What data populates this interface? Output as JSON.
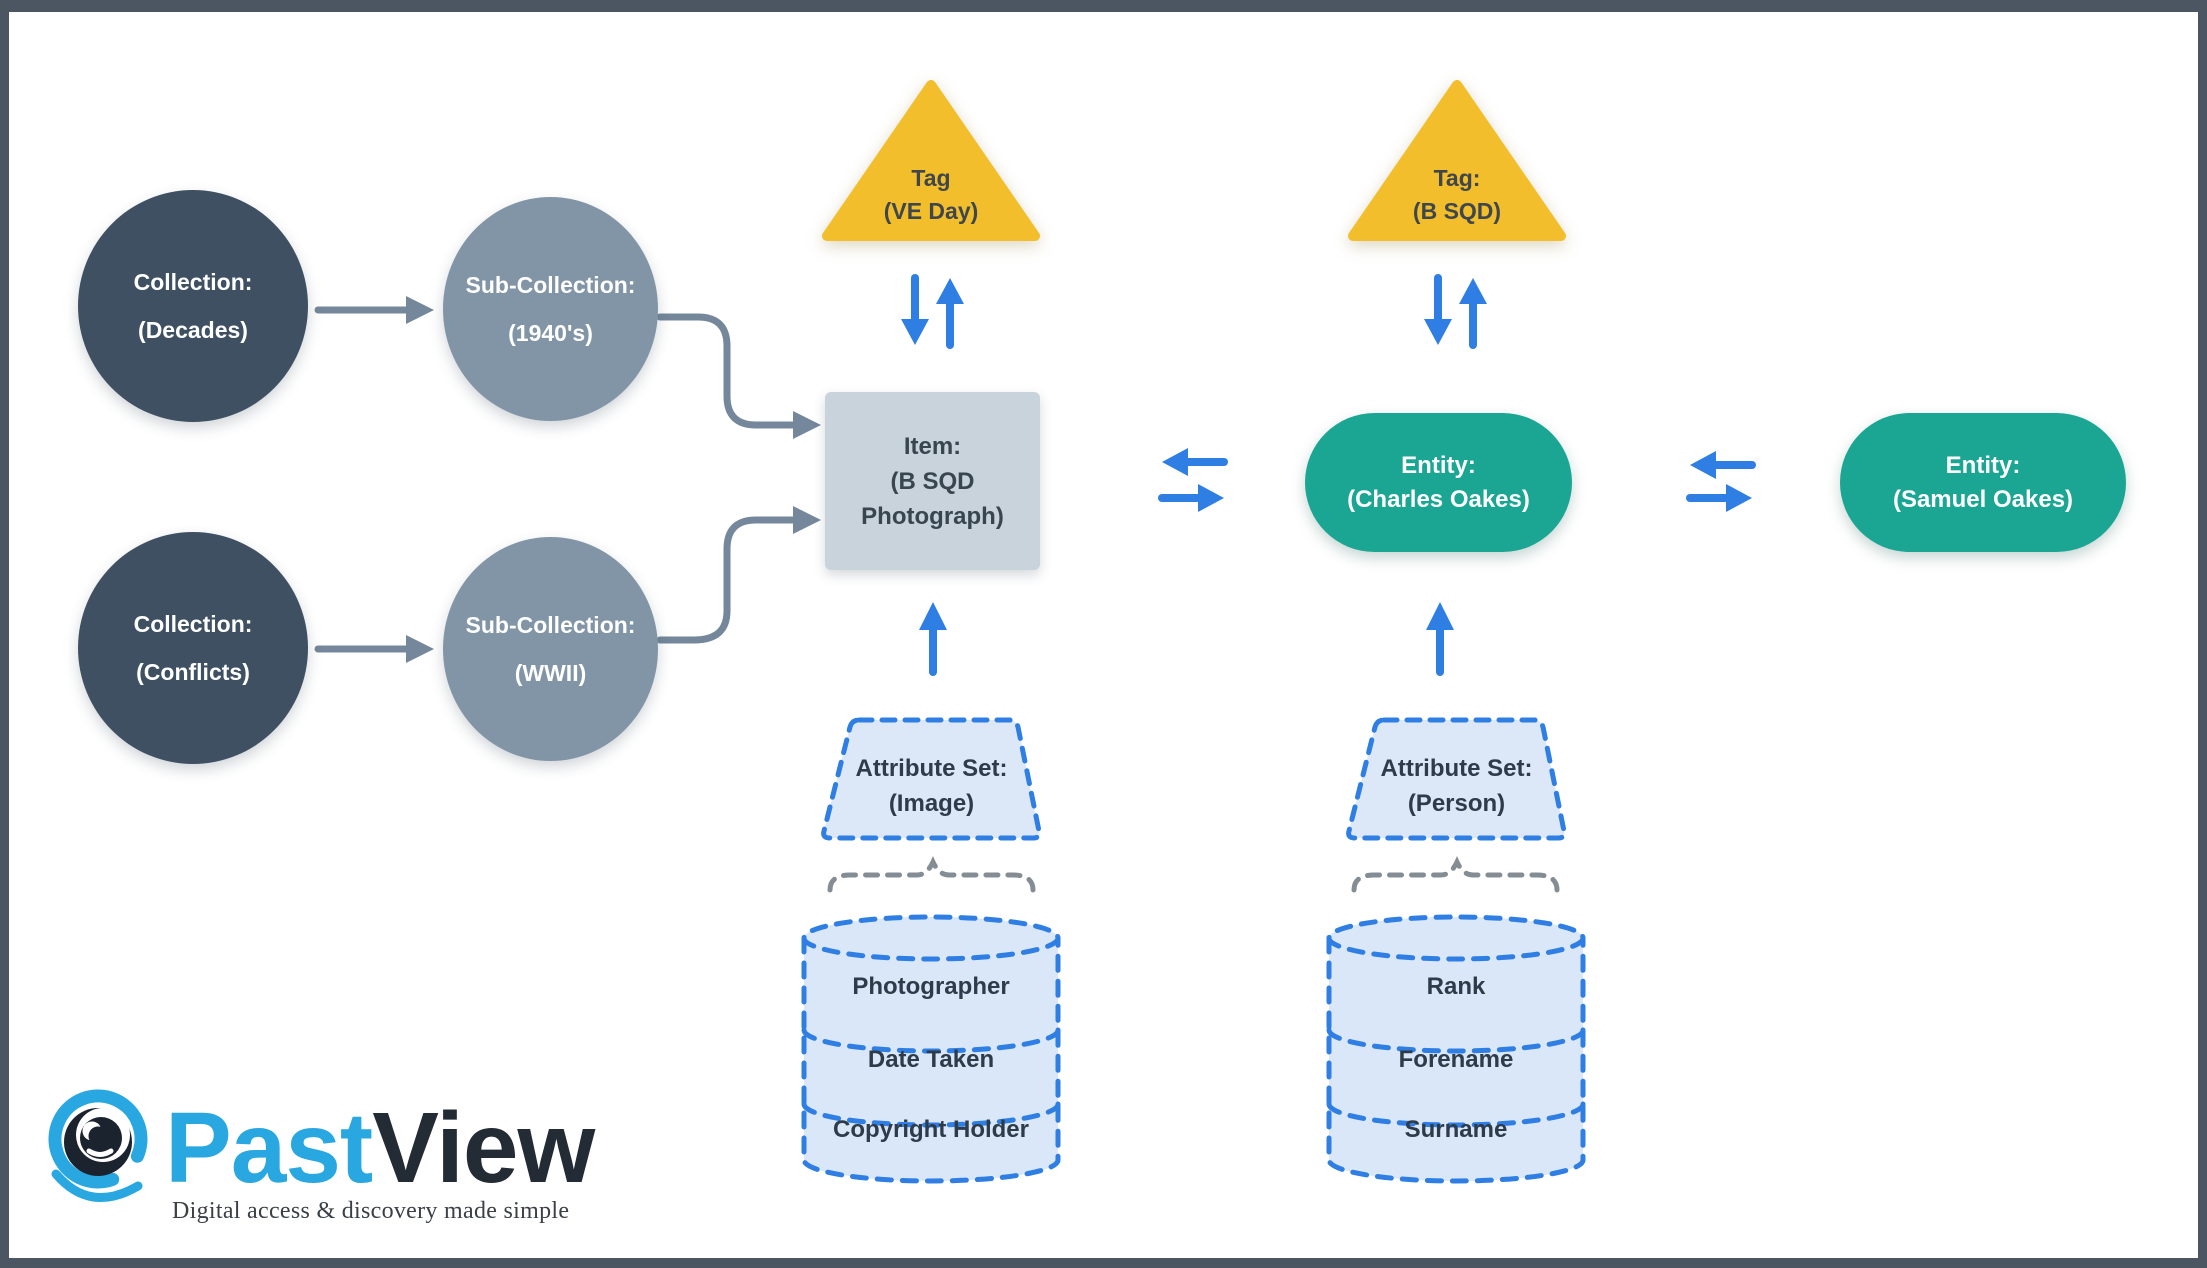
{
  "nodes": {
    "collection_decades": {
      "line1": "Collection:",
      "line2": "(Decades)"
    },
    "subcollection_1940s": {
      "line1": "Sub-Collection:",
      "line2": "(1940's)"
    },
    "collection_conflicts": {
      "line1": "Collection:",
      "line2": "(Conflicts)"
    },
    "subcollection_wwii": {
      "line1": "Sub-Collection:",
      "line2": "(WWII)"
    },
    "tag_ve_day": {
      "line1": "Tag",
      "line2": "(VE Day)"
    },
    "tag_b_sqd": {
      "line1": "Tag:",
      "line2": "(B SQD)"
    },
    "item_photo": {
      "line1": "Item:",
      "line2": "(B SQD",
      "line3": "Photograph)"
    },
    "entity_charles": {
      "line1": "Entity:",
      "line2": "(Charles Oakes)"
    },
    "entity_samuel": {
      "line1": "Entity:",
      "line2": "(Samuel Oakes)"
    },
    "attrset_image": {
      "line1": "Attribute Set:",
      "line2": "(Image)"
    },
    "attrset_person": {
      "line1": "Attribute Set:",
      "line2": "(Person)"
    },
    "attributes_image": [
      "Photographer",
      "Date Taken",
      "Copyright Holder"
    ],
    "attributes_person": [
      "Rank",
      "Forename",
      "Surname"
    ]
  },
  "logo": {
    "brand_primary": "Past",
    "brand_secondary": "View",
    "tagline": "Digital access & discovery made simple"
  },
  "colors": {
    "frame": "#4C5562",
    "collection_fill": "#3E5062",
    "subcollection_fill": "#8295A7",
    "item_fill": "#C8D3DB",
    "tag_fill": "#F2BE2C",
    "entity_fill": "#1AA693",
    "attribute_fill": "#DAE7F8",
    "attribute_stroke": "#2E7EE3",
    "arrow_blue": "#2E7EE3",
    "arrow_gray": "#75879B",
    "brace_gray": "#858D94",
    "logo_blue": "#29A7E0",
    "logo_dark": "#232B34"
  }
}
